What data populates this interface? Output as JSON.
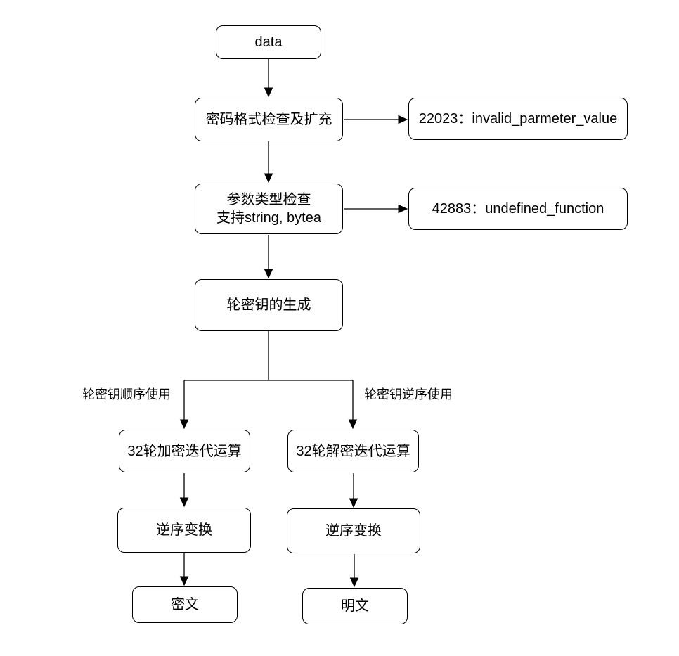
{
  "diagram": {
    "nodes": {
      "data_input": "data",
      "format_check": "密码格式检查及扩充",
      "error_invalid_param": "22023：invalid_parmeter_value",
      "type_check": {
        "line1": "参数类型检查",
        "line2": "支持string, bytea"
      },
      "error_undefined_func": "42883：undefined_function",
      "round_key_gen": "轮密钥的生成",
      "encrypt_rounds": "32轮加密迭代运算",
      "decrypt_rounds": "32轮解密迭代运算",
      "encrypt_reverse": "逆序变换",
      "decrypt_reverse": "逆序变换",
      "ciphertext": "密文",
      "plaintext": "明文"
    },
    "edge_labels": {
      "left_branch": "轮密钥顺序使用",
      "right_branch": "轮密钥逆序使用"
    },
    "colors": {
      "stroke": "#000000",
      "node_fill": "#ffffff",
      "background": "#ffffff",
      "text": "#000000"
    }
  }
}
